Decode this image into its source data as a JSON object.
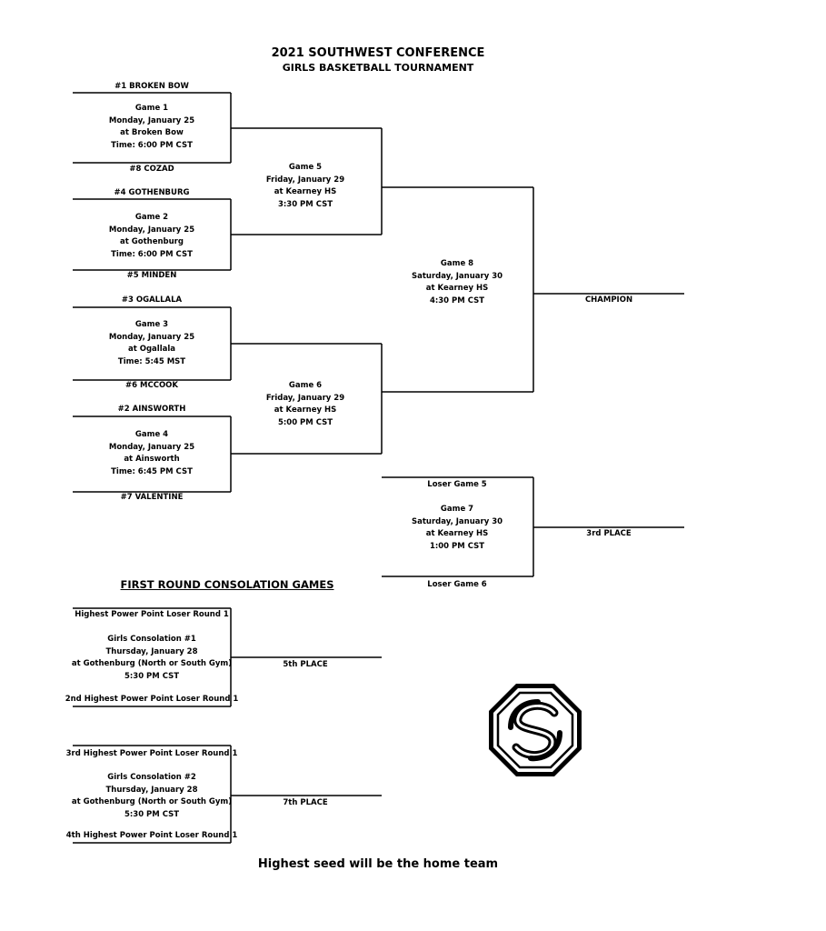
{
  "header": {
    "title": "2021 SOUTHWEST CONFERENCE",
    "subtitle": "GIRLS BASKETBALL TOURNAMENT"
  },
  "teams": {
    "t1": "#1 BROKEN BOW",
    "t8": "#8 COZAD",
    "t4": "#4 GOTHENBURG",
    "t5": "#5 MINDEN",
    "t3": "#3 OGALLALA",
    "t6": "#6 MCCOOK",
    "t2": "#2 AINSWORTH",
    "t7": "#7 VALENTINE"
  },
  "games": {
    "g1": [
      "Game 1",
      "Monday, January 25",
      "at Broken Bow",
      "Time: 6:00 PM CST"
    ],
    "g2": [
      "Game 2",
      "Monday, January 25",
      "at Gothenburg",
      "Time: 6:00 PM CST"
    ],
    "g3": [
      "Game 3",
      "Monday, January 25",
      "at Ogallala",
      "Time: 5:45 MST"
    ],
    "g4": [
      "Game 4",
      "Monday, January 25",
      "at Ainsworth",
      "Time: 6:45 PM CST"
    ],
    "g5": [
      "Game 5",
      "Friday, January 29",
      "at Kearney HS",
      "3:30 PM CST"
    ],
    "g6": [
      "Game 6",
      "Friday, January 29",
      "at Kearney HS",
      "5:00 PM CST"
    ],
    "g8": [
      "Game 8",
      "Saturday, January 30",
      "at Kearney HS",
      "4:30 PM CST"
    ],
    "g7": [
      "Game 7",
      "Saturday, January 30",
      "at Kearney HS",
      "1:00 PM CST"
    ]
  },
  "results": {
    "champion": "CHAMPION",
    "third": "3rd PLACE",
    "loser_g5": "Loser Game 5",
    "loser_g6": "Loser Game 6"
  },
  "consolation": {
    "heading": "FIRST ROUND CONSOLATION GAMES",
    "c1": {
      "top": "Highest Power Point Loser Round 1",
      "lines": [
        "Girls Consolation #1",
        "Thursday, January 28",
        "at Gothenburg (North or South Gym)",
        "5:30 PM CST"
      ],
      "bottom": "2nd Highest Power Point Loser Round 1",
      "place": "5th PLACE"
    },
    "c2": {
      "top": "3rd Highest Power Point Loser Round 1",
      "lines": [
        "Girls Consolation #2",
        "Thursday, January 28",
        "at Gothenburg (North or South Gym)",
        "5:30 PM CST"
      ],
      "bottom": "4th Highest Power Point Loser Round 1",
      "place": "7th PLACE"
    }
  },
  "footer": {
    "note": "Highest seed will be the home team"
  },
  "logo": {
    "icon": "conference-logo-icon",
    "color": "#000000"
  }
}
